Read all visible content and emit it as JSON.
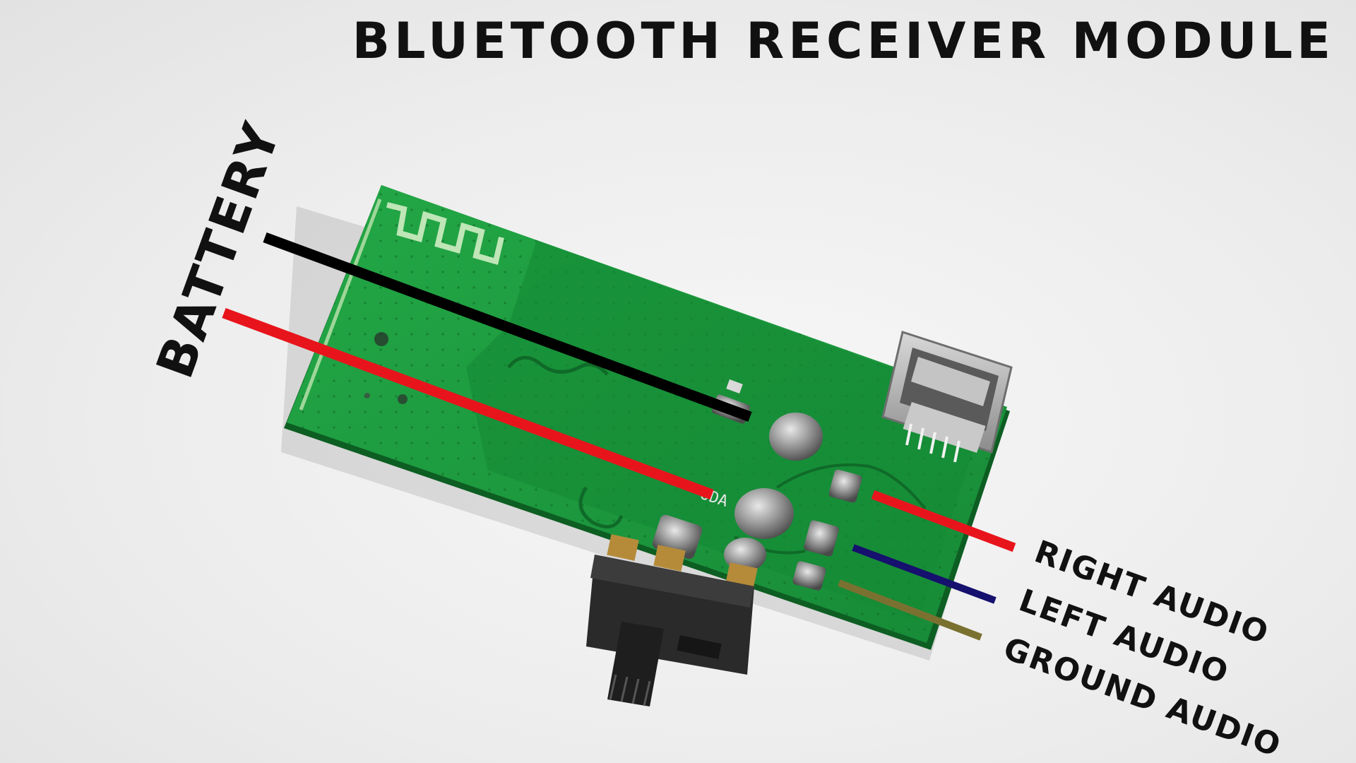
{
  "title": "BLUETOOTH RECEIVER MODULE",
  "labels": {
    "battery": "BATTERY",
    "right_audio": "RIGHT AUDIO",
    "left_audio": "LEFT AUDIO",
    "ground_audio": "GROUND AUDIO"
  },
  "board_marking": "ODA",
  "wires": {
    "battery_negative": "#000000",
    "battery_positive": "#e8141c",
    "right_audio": "#e8141c",
    "left_audio": "#16106e",
    "ground_audio": "#7a7130"
  },
  "colors": {
    "pcb": "#1c9c3e",
    "pcb_dark": "#137a2e",
    "background": "#efefef"
  }
}
